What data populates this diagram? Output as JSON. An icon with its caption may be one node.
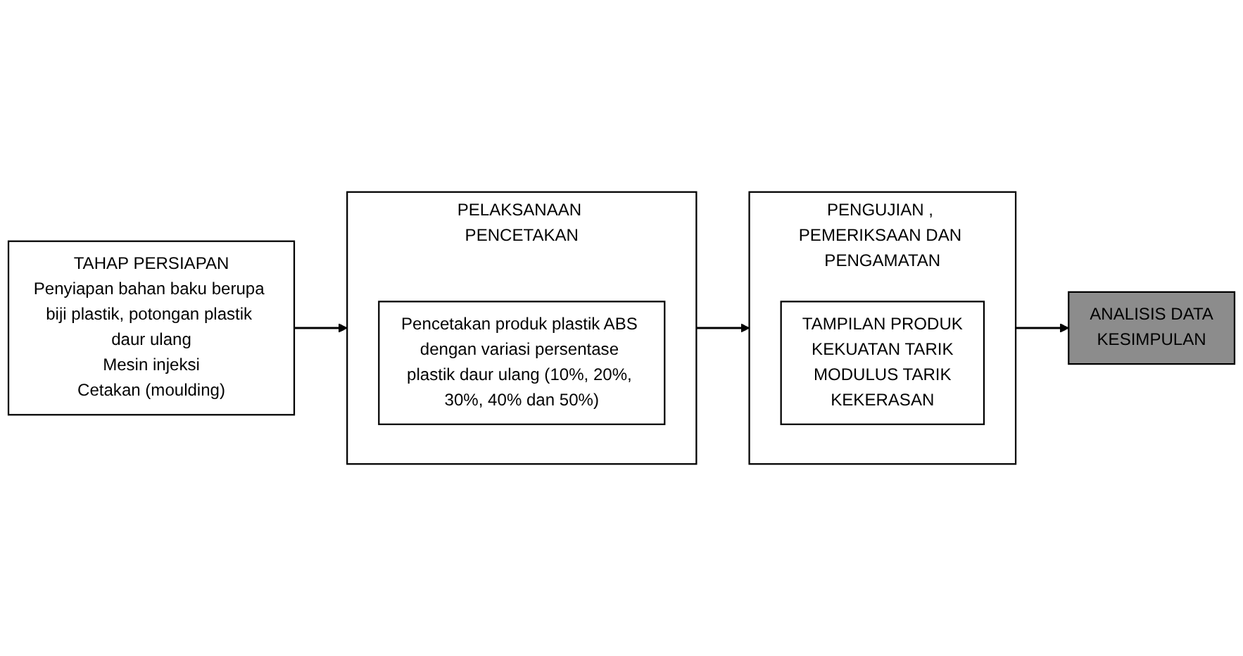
{
  "diagram": {
    "nodes": [
      {
        "text": [
          "TAHAP PERSIAPAN",
          "Penyiapan bahan baku berupa biji plastik, potongan plastik daur ulang",
          "Mesin injeksi",
          "Cetakan (moulding)"
        ]
      },
      {
        "text": [
          "PELAKSANAAN PENCETAKAN"
        ]
      },
      {
        "text": [
          "Pencetakan produk plastik ABS dengan variasi persentase plastik daur ulang (10%, 20%, 30%, 40% dan 50%)"
        ],
        "in": 1
      },
      {
        "text": [
          "PENGUJIAN , PEMERIKSAAN DAN PENGAMATAN"
        ]
      },
      {
        "text": [
          "TAMPILAN PRODUK",
          "KEKUATAN TARIK",
          "MODULUS TARIK",
          "KEKERASAN"
        ],
        "in": 3
      },
      {
        "text": [
          "ANALISIS DATA",
          "KESIMPULAN"
        ]
      }
    ],
    "edges": [
      {
        "from": 0,
        "to": 1,
        "arrow": "to"
      },
      {
        "from": 1,
        "to": 3,
        "arrow": "to"
      },
      {
        "from": 3,
        "to": 5,
        "arrow": "to"
      }
    ]
  }
}
